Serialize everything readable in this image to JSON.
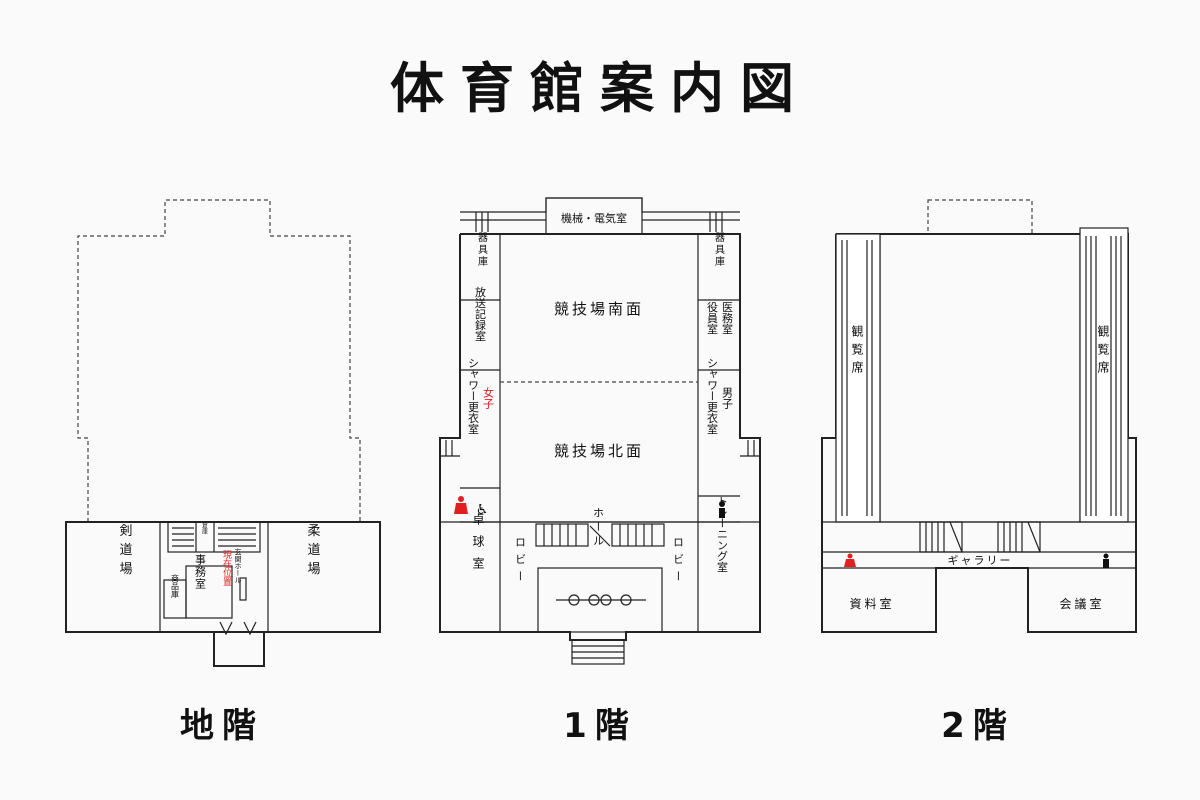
{
  "title": "体育館案内図",
  "floors": {
    "basement": {
      "label": "地階",
      "rooms": {
        "kendo": "剣道場",
        "judo": "柔道場",
        "office": "事務室",
        "goods": "商品庫",
        "current_location": "現在位置",
        "hall": "玄関ホール",
        "stock": "倉庫"
      }
    },
    "first": {
      "label": "1階",
      "rooms": {
        "machine": "機械・電気室",
        "storage_left": "器具庫",
        "storage_right": "器具庫",
        "broadcast": "放送記録室",
        "medical": "医務室",
        "officials": "役員室",
        "arena_south": "競技場南面",
        "arena_north": "競技場北面",
        "women": "女子",
        "shower_w": "シャワー更衣室",
        "men": "男子",
        "shower_m": "シャワー更衣室",
        "table_tennis": "卓球室",
        "lobby_left": "ロビー",
        "lobby_right": "ロビー",
        "hall": "ホール",
        "training": "トレーニング室"
      }
    },
    "second": {
      "label": "2階",
      "rooms": {
        "seats_left": "観覧席",
        "seats_right": "観覧席",
        "gallery": "ギャラリー",
        "archive": "資料室",
        "meeting": "会議室"
      }
    }
  },
  "colors": {
    "women_marker": "#e02020",
    "current_location": "#e02020",
    "line": "#222222"
  },
  "icons": {
    "women_toilet": "woman-icon",
    "men_toilet": "man-icon",
    "accessible": "wheelchair-icon"
  }
}
